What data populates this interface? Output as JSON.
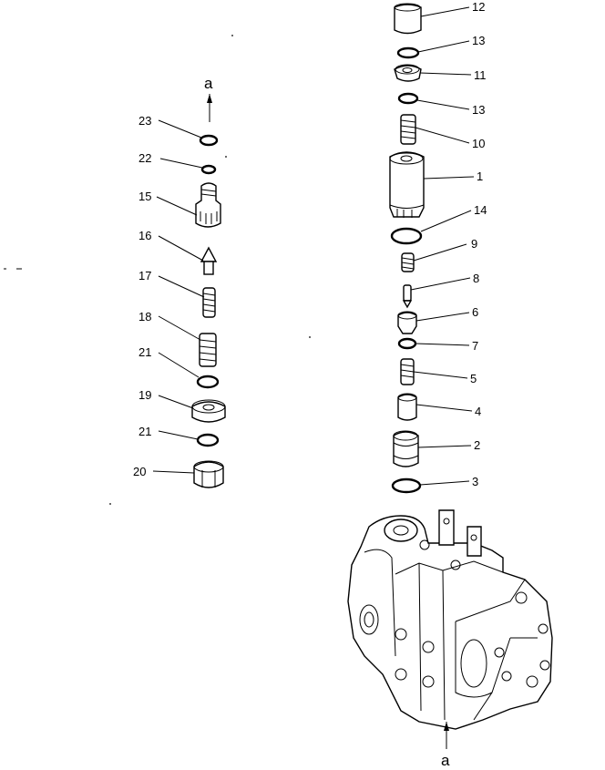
{
  "reference_letter_top": "a",
  "reference_letter_bottom": "a",
  "callouts": [
    {
      "id": "c12",
      "label": "12"
    },
    {
      "id": "c13a",
      "label": "13"
    },
    {
      "id": "c11",
      "label": "11"
    },
    {
      "id": "c13b",
      "label": "13"
    },
    {
      "id": "c10",
      "label": "10"
    },
    {
      "id": "c1",
      "label": "1"
    },
    {
      "id": "c14",
      "label": "14"
    },
    {
      "id": "c9",
      "label": "9"
    },
    {
      "id": "c8",
      "label": "8"
    },
    {
      "id": "c6",
      "label": "6"
    },
    {
      "id": "c7",
      "label": "7"
    },
    {
      "id": "c5",
      "label": "5"
    },
    {
      "id": "c4",
      "label": "4"
    },
    {
      "id": "c2",
      "label": "2"
    },
    {
      "id": "c3",
      "label": "3"
    },
    {
      "id": "c23",
      "label": "23"
    },
    {
      "id": "c22",
      "label": "22"
    },
    {
      "id": "c15",
      "label": "15"
    },
    {
      "id": "c16",
      "label": "16"
    },
    {
      "id": "c17",
      "label": "17"
    },
    {
      "id": "c18",
      "label": "18"
    },
    {
      "id": "c21a",
      "label": "21"
    },
    {
      "id": "c19",
      "label": "19"
    },
    {
      "id": "c21b",
      "label": "21"
    },
    {
      "id": "c20",
      "label": "20"
    }
  ]
}
